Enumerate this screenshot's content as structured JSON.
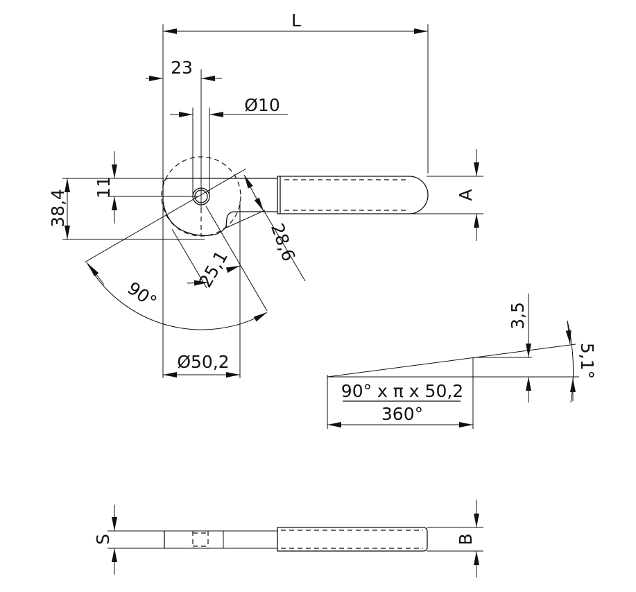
{
  "drawing": {
    "dim_length": "L",
    "dim_hole_offset": "23",
    "dim_hole_diameter": "Ø10",
    "dim_hole_height": "11",
    "dim_body_height": "38,4",
    "dim_handle_distance": "28,6",
    "dim_radius_ext": "25,1",
    "dim_angle": "90°",
    "dim_circle_diameter": "Ø50,2",
    "dim_handle_height": "A",
    "dev_rise": "3,5",
    "dev_angle": "5,1°",
    "dev_formula_numerator": "90° x π x 50,2",
    "dev_formula_denominator": "360°",
    "dim_thickness_body": "S",
    "dim_thickness_handle": "B"
  }
}
